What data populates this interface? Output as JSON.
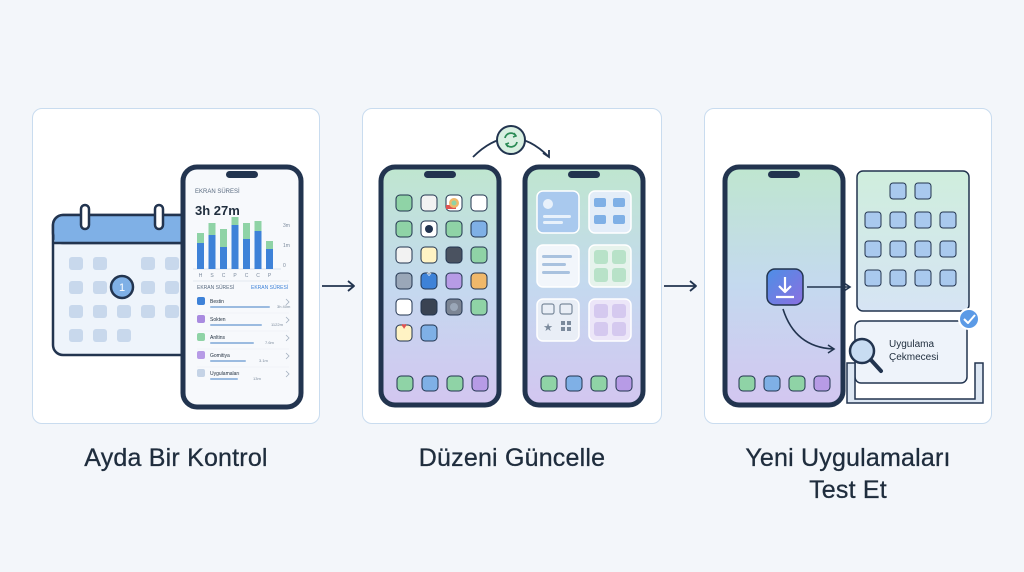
{
  "colors": {
    "frame": "#22344f",
    "accent": "#3e82d8",
    "panel_border": "#c9dcef",
    "bar_blue": "#3e82d8",
    "bar_green": "#8fd3a6"
  },
  "steps": [
    {
      "caption": "Ayda Bir Kontrol",
      "phone": {
        "section_label": "EKRAN SÜRESİ",
        "total_time": "3h 27m",
        "axis_labels": [
          "3m",
          "1m",
          "0"
        ],
        "day_labels": [
          "H",
          "S",
          "C",
          "P",
          "C",
          "C",
          "P"
        ],
        "list_header_left": "EKRAN SÜRESİ",
        "list_header_right": "EKRAN SÜRESİ",
        "apps": [
          {
            "name": "Bestin",
            "time": "3h 40m",
            "color": "#3e82d8"
          },
          {
            "name": "Sokten",
            "time": "1122m",
            "color": "#a98be0"
          },
          {
            "name": "Anltins",
            "time": "7.6m",
            "color": "#8fd3a6"
          },
          {
            "name": "Gomitiya",
            "time": "3.1m",
            "color": "#b79be6"
          },
          {
            "name": "Uygulamaları",
            "time": "13m",
            "color": "#c5d3e6"
          }
        ]
      },
      "calendar": {
        "highlight_day": "1"
      }
    },
    {
      "caption": "Düzeni Güncelle",
      "icons": [
        "refresh-icon"
      ]
    },
    {
      "caption": "Yeni Uygulamaları Test Et",
      "caption_lines": [
        "Yeni Uygulamaları",
        "Test Et"
      ],
      "drawer_label_lines": [
        "Uygulama",
        "Çekmecesi"
      ],
      "icons": [
        "download-icon",
        "search-icon",
        "check-icon"
      ]
    }
  ]
}
